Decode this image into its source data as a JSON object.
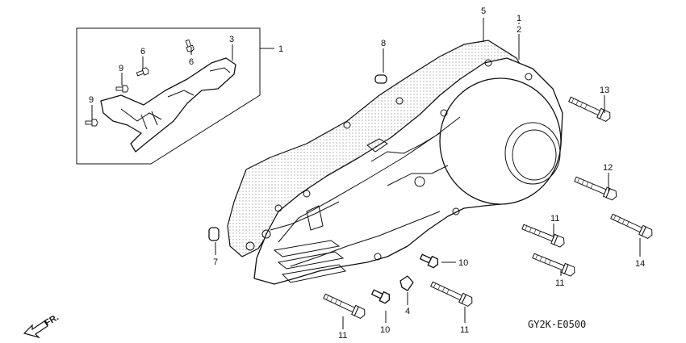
{
  "callouts": [
    {
      "id": "c1a",
      "text": "1"
    },
    {
      "id": "c1b",
      "text": "1"
    },
    {
      "id": "c2",
      "text": "2"
    },
    {
      "id": "c3",
      "text": "3"
    },
    {
      "id": "c4",
      "text": "4"
    },
    {
      "id": "c5",
      "text": "5"
    },
    {
      "id": "c6a",
      "text": "6"
    },
    {
      "id": "c6b",
      "text": "6"
    },
    {
      "id": "c7",
      "text": "7"
    },
    {
      "id": "c8",
      "text": "8"
    },
    {
      "id": "c9a",
      "text": "9"
    },
    {
      "id": "c9b",
      "text": "9"
    },
    {
      "id": "c10a",
      "text": "10"
    },
    {
      "id": "c10b",
      "text": "10"
    },
    {
      "id": "c11a",
      "text": "11"
    },
    {
      "id": "c11b",
      "text": "11"
    },
    {
      "id": "c11c",
      "text": "11"
    },
    {
      "id": "c11d",
      "text": "11"
    },
    {
      "id": "c12",
      "text": "12"
    },
    {
      "id": "c13",
      "text": "13"
    },
    {
      "id": "c14",
      "text": "14"
    }
  ],
  "direction_label": "FR.",
  "diagram_code": "GY2K-E0500"
}
